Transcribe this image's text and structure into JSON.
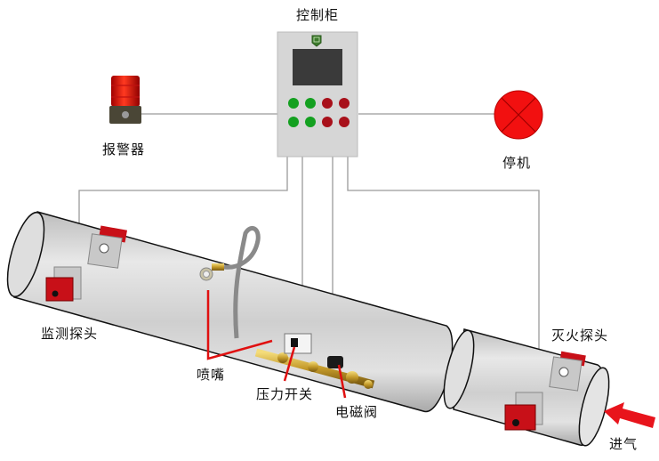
{
  "title": "控制柜",
  "labels": {
    "control_cabinet": "控制柜",
    "alarm": "报警器",
    "shutdown": "停机",
    "monitor_probe": "监测探头",
    "nozzle": "喷嘴",
    "pressure_switch": "压力开关",
    "solenoid_valve": "电磁阀",
    "extinguish_probe": "灭火探头",
    "air_inlet": "进气"
  },
  "colors": {
    "panel": "#d6d6d6",
    "screen": "#3a3a3a",
    "green_button": "#14a020",
    "red_button": "#a8101a",
    "probe_red": "#c81018",
    "callout_red": "#e01010",
    "wire": "#999999",
    "arrow": "#e8141c",
    "badge": "#3c7a2c"
  },
  "cabinet_buttons": {
    "rows": [
      [
        "green",
        "green",
        "red",
        "red"
      ],
      [
        "green",
        "green",
        "red",
        "red"
      ]
    ]
  }
}
